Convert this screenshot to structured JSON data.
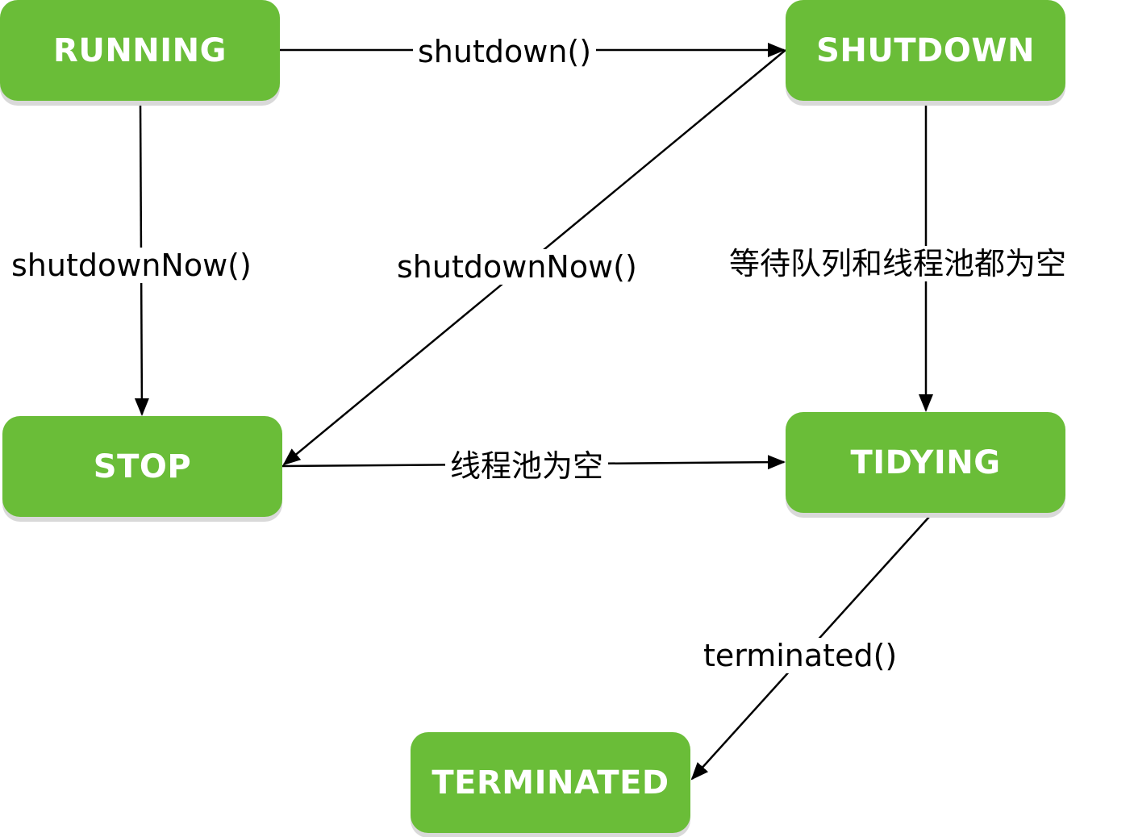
{
  "colors": {
    "state_fill": "#6abd38",
    "state_text": "#ffffff",
    "edge": "#000000",
    "label_text": "#000000"
  },
  "states": {
    "running": "RUNNING",
    "shutdown": "SHUTDOWN",
    "stop": "STOP",
    "tidying": "TIDYING",
    "terminated": "TERMINATED"
  },
  "transitions": {
    "running_to_shutdown": "shutdown()",
    "running_to_stop": "shutdownNow()",
    "shutdown_to_stop": "shutdownNow()",
    "shutdown_to_tidying": "等待队列和线程池都为空",
    "stop_to_tidying": "线程池为空",
    "tidying_to_terminated": "terminated()"
  }
}
